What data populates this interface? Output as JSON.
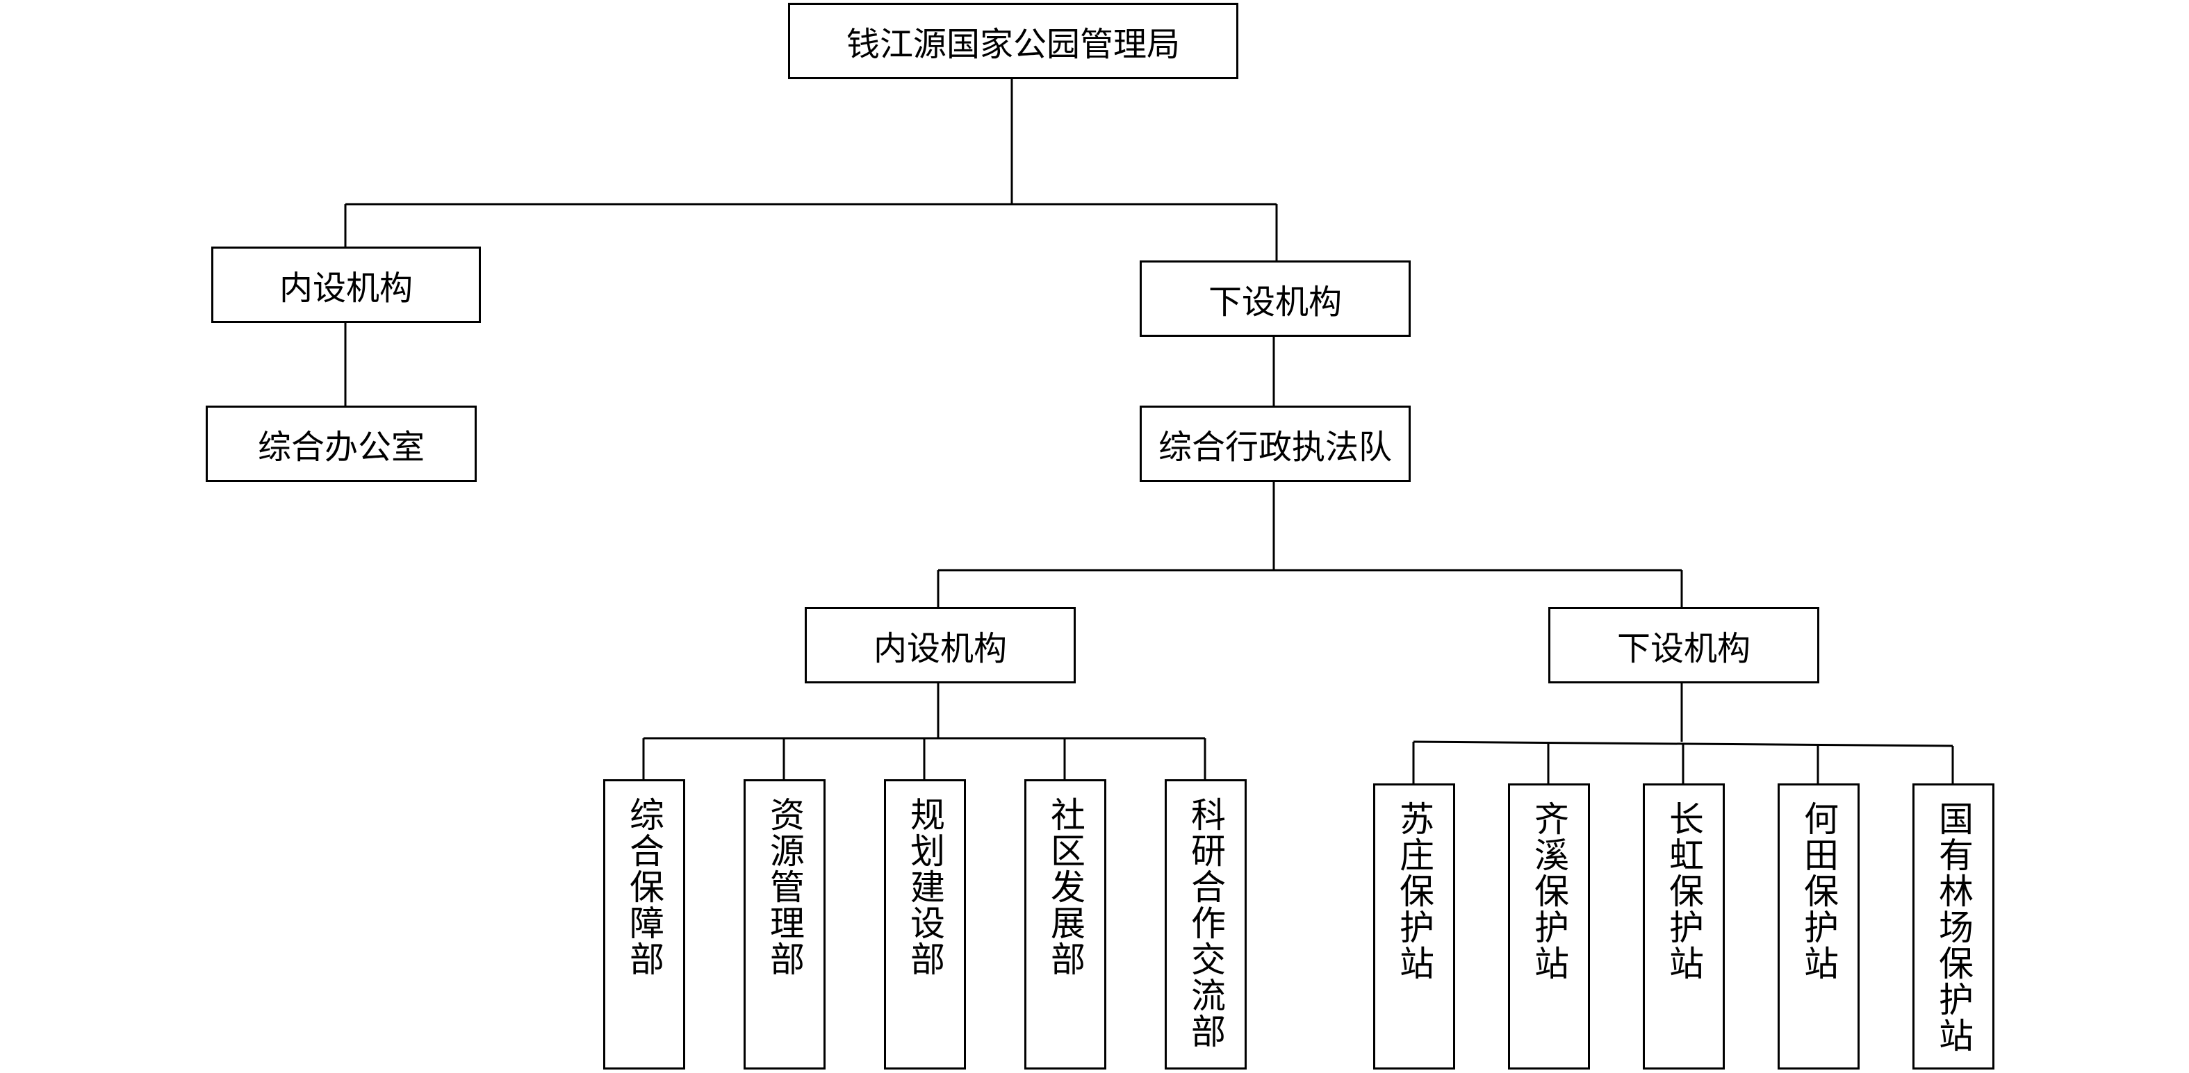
{
  "chart": {
    "root": "钱江源国家公园管理局",
    "left_group": "内设机构",
    "left_office": "综合办公室",
    "right_group": "下设机构",
    "enforcement": "综合行政执法队",
    "inner_group": "内设机构",
    "outer_group": "下设机构",
    "inner_units": [
      "综合保障部",
      "资源管理部",
      "规划建设部",
      "社区发展部",
      "科研合作交流部"
    ],
    "outer_units": [
      "苏庄保护站",
      "齐溪保护站",
      "长虹保护站",
      "何田保护站",
      "国有林场保护站"
    ]
  }
}
